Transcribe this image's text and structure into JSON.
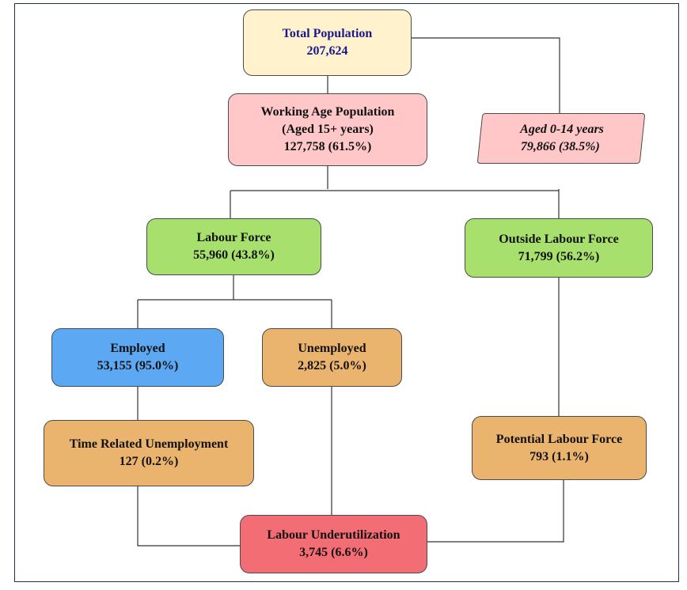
{
  "nodes": {
    "total_population": {
      "label": "Total Population",
      "value": "207,624"
    },
    "working_age": {
      "label1": "Working Age Population",
      "label2": "(Aged 15+ years)",
      "value": "127,758 (61.5%)"
    },
    "aged_0_14": {
      "label": "Aged 0-14 years",
      "value": "79,866 (38.5%)"
    },
    "labour_force": {
      "label": "Labour Force",
      "value": "55,960 (43.8%)"
    },
    "outside_labour_force": {
      "label": "Outside Labour Force",
      "value": "71,799 (56.2%)"
    },
    "employed": {
      "label": "Employed",
      "value": "53,155 (95.0%)"
    },
    "unemployed": {
      "label": "Unemployed",
      "value": "2,825 (5.0%)"
    },
    "time_related": {
      "label": "Time Related Unemployment",
      "value": "127 (0.2%)"
    },
    "potential_labour_force": {
      "label": "Potential Labour Force",
      "value": "793 (1.1%)"
    },
    "labour_underutilization": {
      "label": "Labour Underutilization",
      "value": "3,745 (6.6%)"
    }
  },
  "colors": {
    "total": "#fff2cc",
    "pink": "#ffc7c7",
    "green": "#a8e06e",
    "blue": "#5ca8f2",
    "orange": "#ebb46e",
    "red": "#f26d74",
    "title_text": "#1a1a8c"
  }
}
